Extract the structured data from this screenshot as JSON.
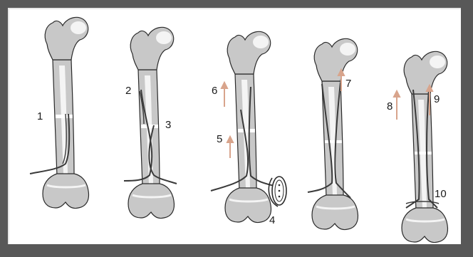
{
  "colors": {
    "background_frame": "#585858",
    "panel": "#ffffff",
    "bone_fill": "#c8c8c8",
    "bone_highlight": "#f4f4f4",
    "outline": "#2a2a2a",
    "nail": "#3a3a3a",
    "arrow": "#d8a48c"
  },
  "labels": {
    "l1": "1",
    "l2": "2",
    "l3": "3",
    "l4": "4",
    "l5": "5",
    "l6": "6",
    "l7": "7",
    "l8": "8",
    "l9": "9",
    "l10": "10"
  },
  "icons": {
    "steps": [
      "femur-step-1-icon",
      "femur-step-2-icon",
      "femur-step-3-icon",
      "femur-step-4-icon",
      "femur-step-5-icon"
    ],
    "instrument": "bending-tool-icon"
  }
}
